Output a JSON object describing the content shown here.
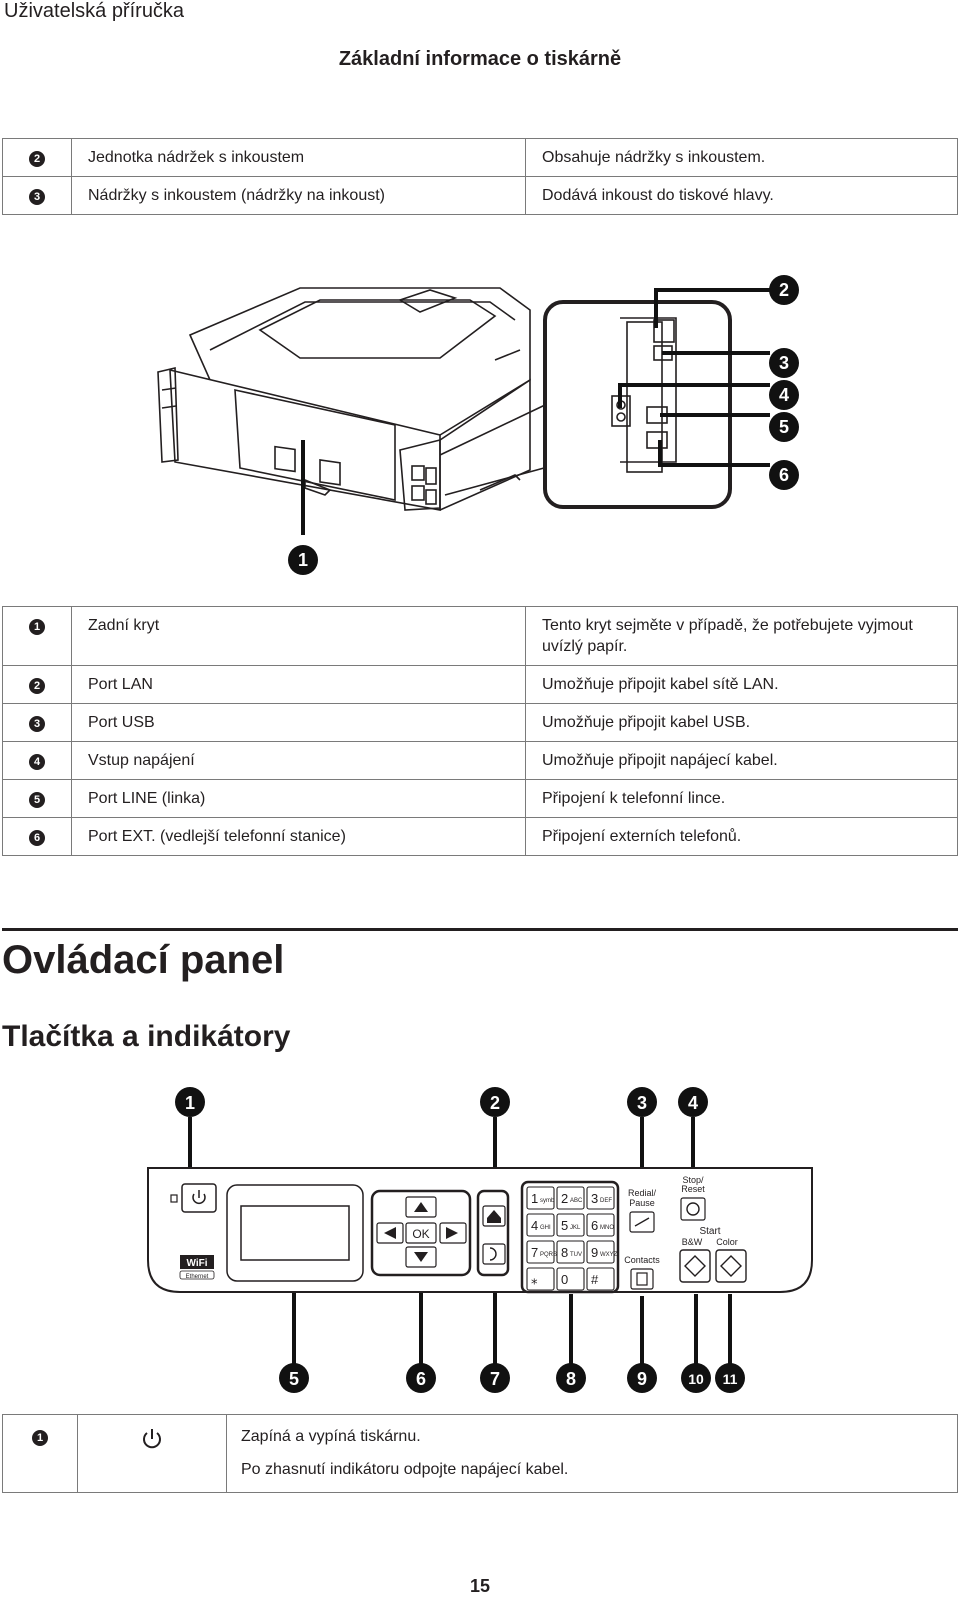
{
  "header": {
    "doc_title": "Uživatelská příručka",
    "section_title": "Základní informace o tiskárně"
  },
  "top_table": [
    {
      "num": "2",
      "name": "Jednotka nádržek s inkoustem",
      "desc": "Obsahuje nádržky s inkoustem."
    },
    {
      "num": "3",
      "name": "Nádržky s inkoustem (nádržky na inkoust)",
      "desc": "Dodává inkoust do tiskové hlavy."
    }
  ],
  "rear_figure": {
    "callouts": [
      "1",
      "2",
      "3",
      "4",
      "5",
      "6"
    ]
  },
  "rear_table": [
    {
      "num": "1",
      "name": "Zadní kryt",
      "desc": "Tento kryt sejměte v případě, že potřebujete vyjmout uvízlý papír."
    },
    {
      "num": "2",
      "name": "Port LAN",
      "desc": "Umožňuje připojit kabel sítě LAN."
    },
    {
      "num": "3",
      "name": "Port USB",
      "desc": "Umožňuje připojit kabel USB."
    },
    {
      "num": "4",
      "name": "Vstup napájení",
      "desc": "Umožňuje připojit napájecí kabel."
    },
    {
      "num": "5",
      "name": "Port LINE (linka)",
      "desc": "Připojení k telefonní lince."
    },
    {
      "num": "6",
      "name": "Port EXT. (vedlejší telefonní stanice)",
      "desc": "Připojení externích telefonů."
    }
  ],
  "control_panel": {
    "heading": "Ovládací panel",
    "subheading": "Tlačítka a indikátory",
    "callouts_top": [
      "1",
      "2",
      "3",
      "4"
    ],
    "callouts_bottom": [
      "5",
      "6",
      "7",
      "8",
      "9",
      "10",
      "11"
    ],
    "labels": {
      "redial": "Redial/",
      "pause": "Pause",
      "stop": "Stop/",
      "reset": "Reset",
      "start": "Start",
      "bw": "B&W",
      "color": "Color",
      "contacts": "Contacts",
      "ok": "OK",
      "wifi": "WiFi",
      "ethernet": "Ethernet"
    },
    "keypad": [
      {
        "digit": "1",
        "sub": "symb"
      },
      {
        "digit": "2",
        "sub": "ABC"
      },
      {
        "digit": "3",
        "sub": "DEF"
      },
      {
        "digit": "4",
        "sub": "GHI"
      },
      {
        "digit": "5",
        "sub": "JKL"
      },
      {
        "digit": "6",
        "sub": "MNO"
      },
      {
        "digit": "7",
        "sub": "PQRS"
      },
      {
        "digit": "8",
        "sub": "TUV"
      },
      {
        "digit": "9",
        "sub": "WXYZ"
      },
      {
        "digit": "⁎",
        "sub": ""
      },
      {
        "digit": "0",
        "sub": ""
      },
      {
        "digit": "#",
        "sub": ""
      }
    ]
  },
  "panel_table": [
    {
      "num": "1",
      "icon": "power-icon",
      "lines": [
        "Zapíná a vypíná tiskárnu.",
        "Po zhasnutí indikátoru odpojte napájecí kabel."
      ]
    }
  ],
  "footer": {
    "page_number": "15"
  }
}
